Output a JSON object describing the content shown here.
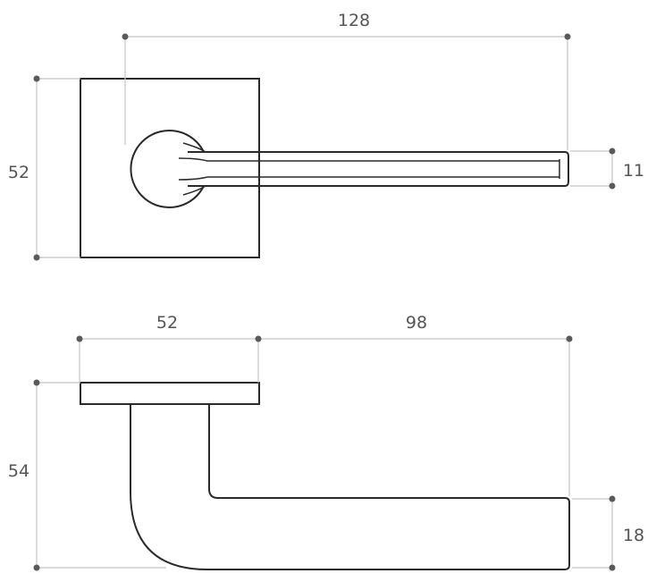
{
  "top_view": {
    "overall_length": "128",
    "rose_height": "52",
    "lever_thickness": "11"
  },
  "side_view": {
    "rose_width": "52",
    "lever_projection": "98",
    "total_height": "54",
    "lever_height": "18"
  },
  "colors": {
    "outline": "#2a2a2a",
    "dimension_line": "#c4c4c4",
    "dimension_dot": "#5a5a5a",
    "label": "#555555"
  }
}
